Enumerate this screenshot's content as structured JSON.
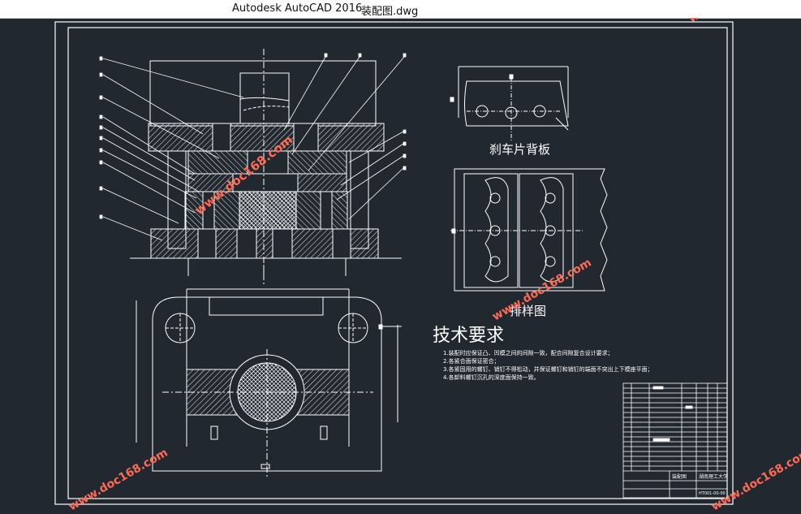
{
  "window": {
    "app_title": "Autodesk AutoCAD 2016",
    "file_name": "装配图.dwg"
  },
  "drawing": {
    "views": {
      "back_plate_title": "刹车片背板",
      "layout_title": "排样图"
    },
    "tech_requirements": {
      "heading": "技术要求",
      "items": [
        "1.装配时应保证凸、凹模之间的间隙一致，配合间隙复合设计要求；",
        "2.各紧合面保证密合；",
        "3.各紧固用的螺钉、销钉不得松动，并保证螺钉和销钉的端面不突出上下模座平面；",
        "4.各卸料螺钉沉孔的深度面保持一致。"
      ]
    },
    "title_block": {
      "drawing_name": "装配图",
      "school": "湖南理工大学",
      "code": "HT001-00-00"
    }
  },
  "watermarks": [
    "www.docin.com",
    "www.doc168.com",
    "www.doc168.com",
    "www.doc168.com",
    "www.doc168.com"
  ],
  "colors": {
    "background": "#212830",
    "line": "#ffffff",
    "watermark": "#ff6a55"
  }
}
